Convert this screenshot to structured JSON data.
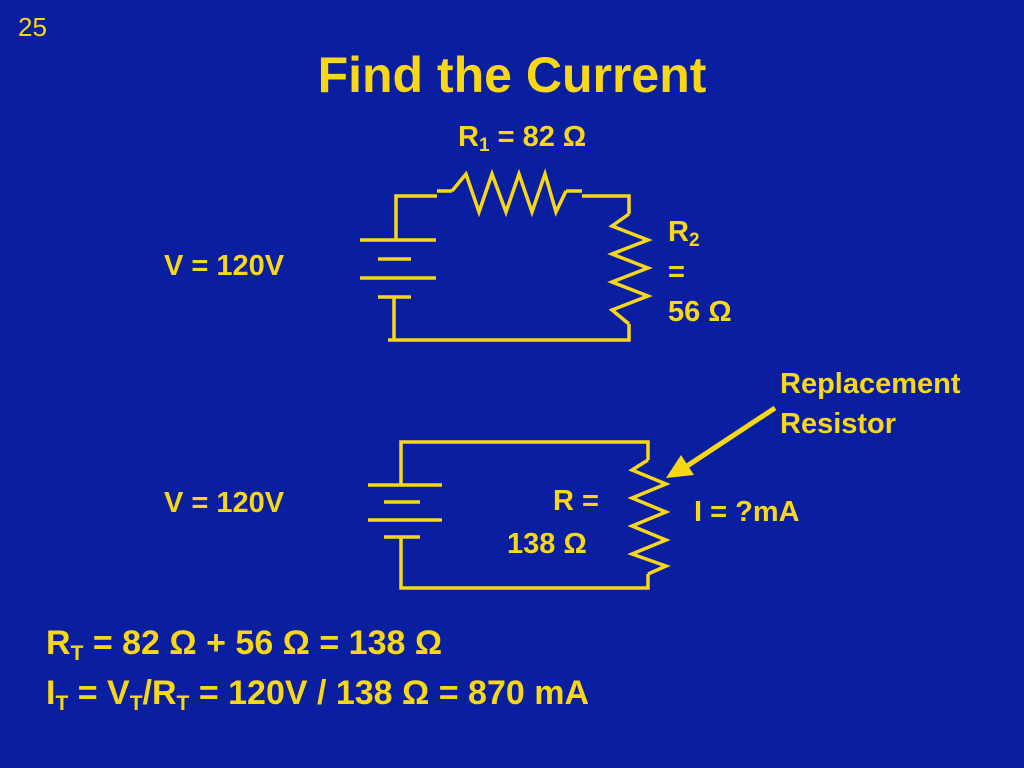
{
  "slide": {
    "number": "25",
    "title": "Find the Current"
  },
  "circuit1": {
    "r1_symbol": "R",
    "r1_sub": "1",
    "r1_value": " = 82 Ω",
    "r2_symbol": "R",
    "r2_sub": "2",
    "r2_eq": "=",
    "r2_value": "56 Ω",
    "voltage": "V = 120V"
  },
  "callout": {
    "line1": "Replacement",
    "line2": "Resistor"
  },
  "circuit2": {
    "voltage": "V = 120V",
    "r_line1": "R =",
    "r_line2": "138 Ω",
    "current": "I = ?mA"
  },
  "equations": {
    "rt": {
      "sym": "R",
      "sub": "T",
      "rest": " = 82 Ω + 56 Ω = 138 Ω"
    },
    "it": {
      "sym_i": "I",
      "sub_i": "T",
      "eq": " = V",
      "sub_v": "T",
      "slash": "/R",
      "sub_r": "T",
      "rest": " = 120V / 138 Ω = 870 mA"
    }
  },
  "colors": {
    "background": "#0a1fa0",
    "foreground": "#f7d716"
  }
}
